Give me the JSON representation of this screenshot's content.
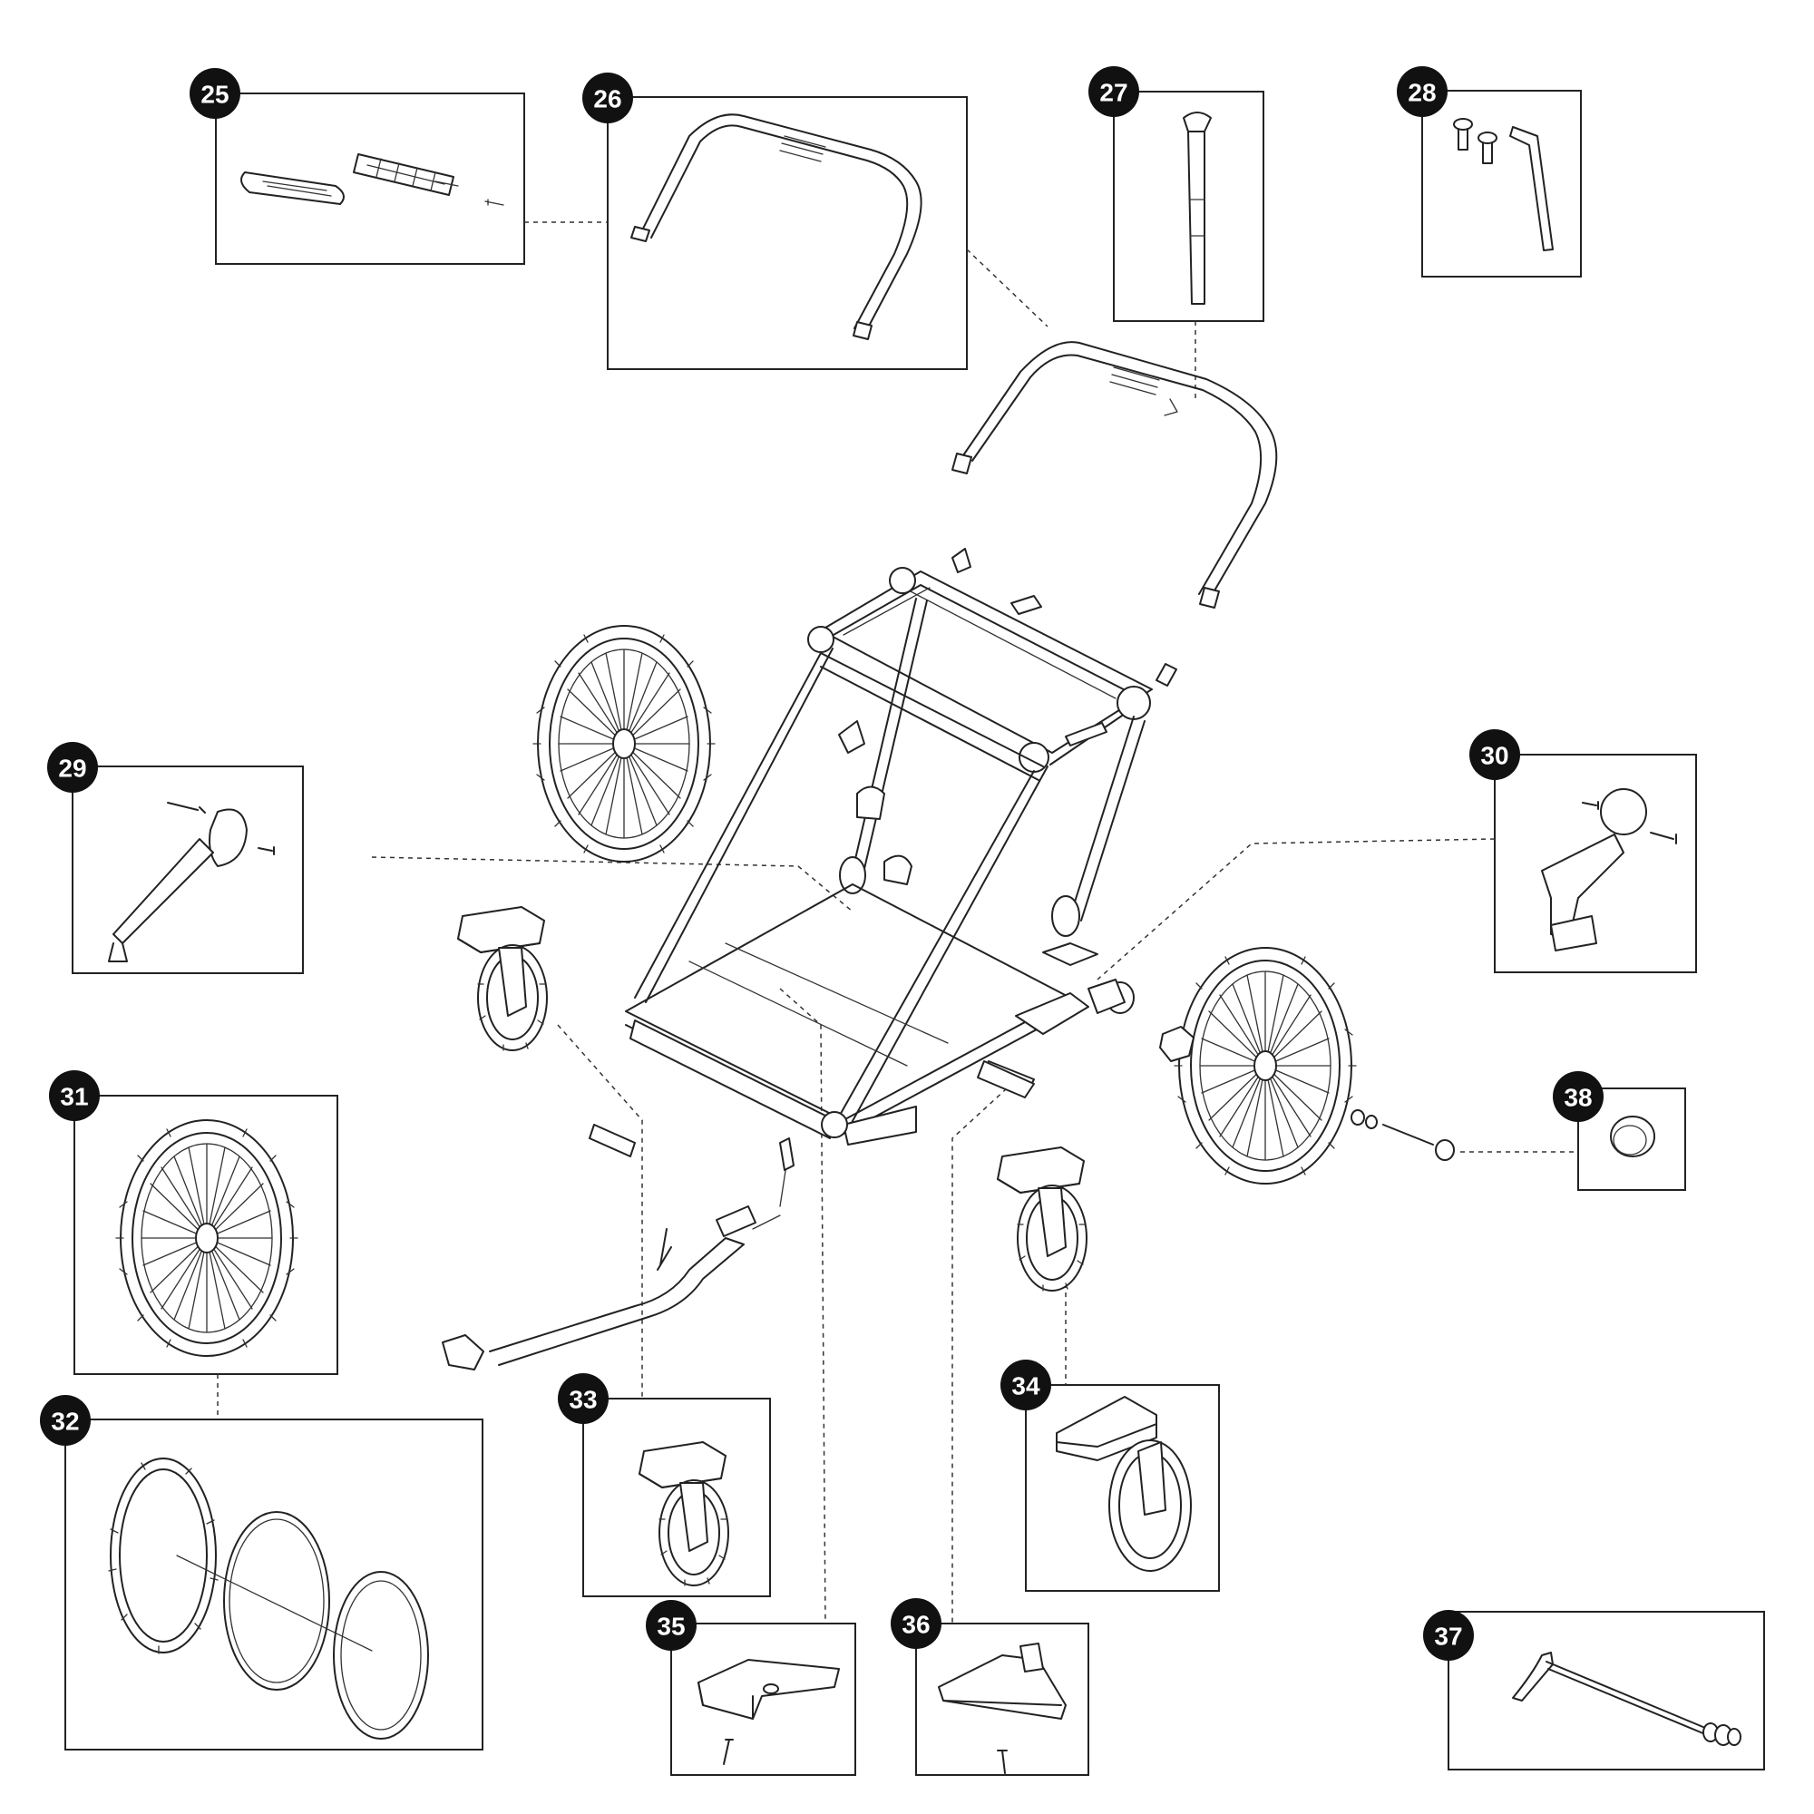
{
  "parts": [
    {
      "number": "25"
    },
    {
      "number": "26"
    },
    {
      "number": "27"
    },
    {
      "number": "28"
    },
    {
      "number": "29"
    },
    {
      "number": "30"
    },
    {
      "number": "31"
    },
    {
      "number": "32"
    },
    {
      "number": "33"
    },
    {
      "number": "34"
    },
    {
      "number": "35"
    },
    {
      "number": "36"
    },
    {
      "number": "37"
    },
    {
      "number": "38"
    }
  ],
  "colors": {
    "badge": "#111111",
    "line": "#222222",
    "background": "#ffffff"
  }
}
